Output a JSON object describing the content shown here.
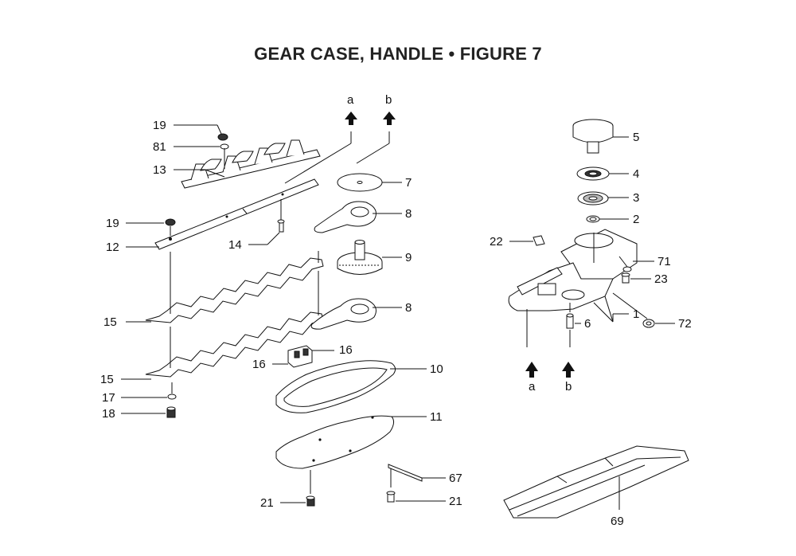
{
  "title": "GEAR CASE, HANDLE  •  FIGURE 7",
  "arrow_labels": {
    "a_top": "a",
    "b_top": "b",
    "a_bottom": "a",
    "b_bottom": "b"
  },
  "parts": {
    "p1": "1",
    "p2": "2",
    "p3": "3",
    "p4": "4",
    "p5": "5",
    "p6": "6",
    "p7": "7",
    "p8a": "8",
    "p8b": "8",
    "p9": "9",
    "p10": "10",
    "p11": "11",
    "p12": "12",
    "p13": "13",
    "p14": "14",
    "p15a": "15",
    "p15b": "15",
    "p16a": "16",
    "p16b": "16",
    "p17": "17",
    "p18": "18",
    "p19a": "19",
    "p19b": "19",
    "p21a": "21",
    "p21b": "21",
    "p22": "22",
    "p23": "23",
    "p67": "67",
    "p69": "69",
    "p71": "71",
    "p72": "72",
    "p81": "81"
  }
}
